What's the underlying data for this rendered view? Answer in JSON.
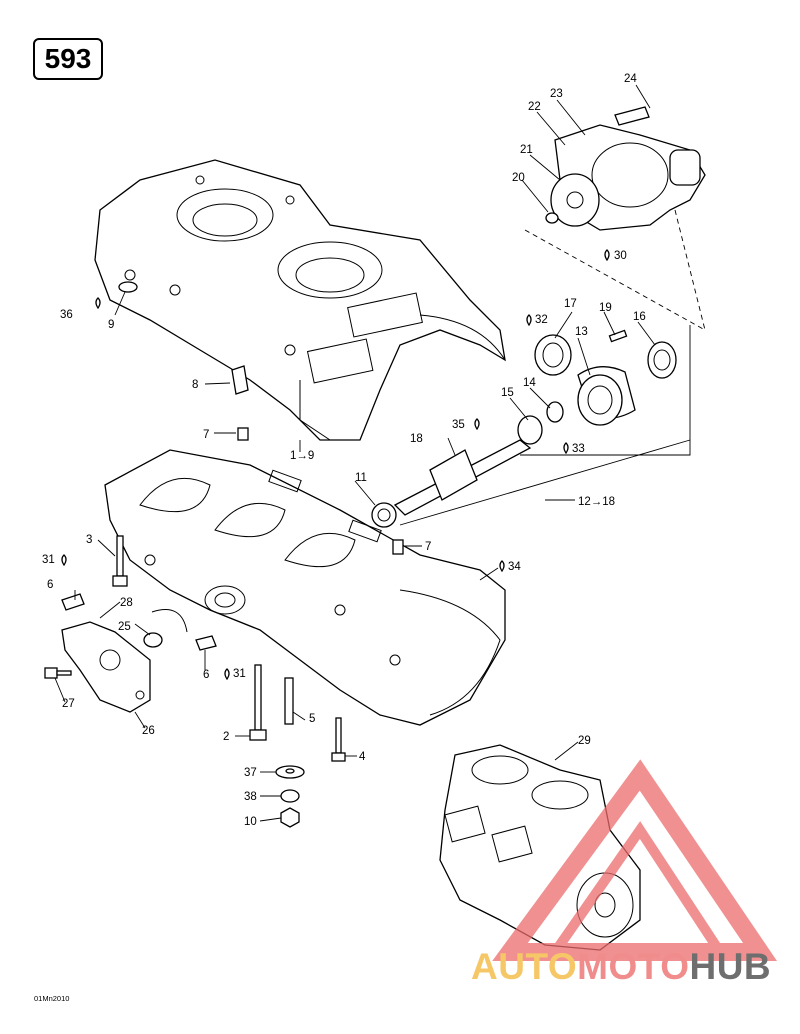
{
  "page_number": "593",
  "reference_code": "01Mn2010",
  "watermark": {
    "auto": "AUTO",
    "moto": "MOTO",
    "hub": "HUB",
    "colors": {
      "auto": "#f6c766",
      "moto": "#f08c8c",
      "hub": "#6e6e6e"
    }
  },
  "callouts": [
    {
      "id": "c24",
      "text": "24"
    },
    {
      "id": "c23",
      "text": "23"
    },
    {
      "id": "c22",
      "text": "22"
    },
    {
      "id": "c21",
      "text": "21"
    },
    {
      "id": "c20",
      "text": "20"
    },
    {
      "id": "c30",
      "text": "30"
    },
    {
      "id": "c17",
      "text": "17"
    },
    {
      "id": "c19",
      "text": "19"
    },
    {
      "id": "c32",
      "text": "32"
    },
    {
      "id": "c16",
      "text": "16"
    },
    {
      "id": "c13",
      "text": "13"
    },
    {
      "id": "c36",
      "text": "36"
    },
    {
      "id": "c9",
      "text": "9"
    },
    {
      "id": "c8",
      "text": "8"
    },
    {
      "id": "c15",
      "text": "15"
    },
    {
      "id": "c14",
      "text": "14"
    },
    {
      "id": "c35",
      "text": "35"
    },
    {
      "id": "c33",
      "text": "33"
    },
    {
      "id": "c18",
      "text": "18"
    },
    {
      "id": "c7a",
      "text": "7"
    },
    {
      "id": "c1to9",
      "text": "1→9"
    },
    {
      "id": "c11",
      "text": "11"
    },
    {
      "id": "c12to18",
      "text": "12→18"
    },
    {
      "id": "c3",
      "text": "3"
    },
    {
      "id": "c7b",
      "text": "7"
    },
    {
      "id": "c31a",
      "text": "31"
    },
    {
      "id": "c34",
      "text": "34"
    },
    {
      "id": "c6a",
      "text": "6"
    },
    {
      "id": "c28",
      "text": "28"
    },
    {
      "id": "c25",
      "text": "25"
    },
    {
      "id": "c6b",
      "text": "6"
    },
    {
      "id": "c31b",
      "text": "31"
    },
    {
      "id": "c27",
      "text": "27"
    },
    {
      "id": "c26",
      "text": "26"
    },
    {
      "id": "c5",
      "text": "5"
    },
    {
      "id": "c2",
      "text": "2"
    },
    {
      "id": "c4",
      "text": "4"
    },
    {
      "id": "c29",
      "text": "29"
    },
    {
      "id": "c37",
      "text": "37"
    },
    {
      "id": "c38",
      "text": "38"
    },
    {
      "id": "c10",
      "text": "10"
    }
  ]
}
